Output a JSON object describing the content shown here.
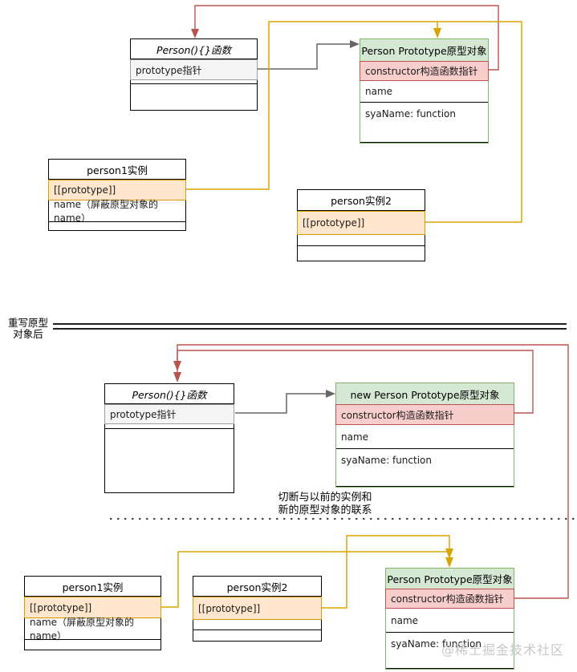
{
  "divider": {
    "label_line1": "重写原型",
    "label_line2": "对象后"
  },
  "note": {
    "line1": "切断与以前的实例和",
    "line2": "新的原型对象的联系"
  },
  "watermark": "@稀土掘金技术社区",
  "colors": {
    "green_fill": "#d5e8d4",
    "green_border": "#82b366",
    "pink_fill": "#f8cecc",
    "pink_border": "#b85450",
    "orange_fill": "#ffe6cc",
    "orange_border": "#d79b00",
    "gray_row_fill": "#f5f5f5",
    "red_line": "#b85450",
    "gold_line": "#d7a500",
    "gray_line": "#666666"
  },
  "top": {
    "person_function": {
      "title": "Person(){}函数",
      "rows": {
        "prototype": "prototype指针"
      }
    },
    "person_prototype": {
      "title": "Person Prototype原型对象",
      "rows": {
        "constructor": "constructor构造函数指针",
        "name": "name",
        "sayname": "syaName: function"
      }
    },
    "person1": {
      "title": "person1实例",
      "rows": {
        "prototype": "[[prototype]]",
        "name": "name（屏蔽原型对象的name）"
      }
    },
    "person2": {
      "title": "person实例2",
      "rows": {
        "prototype": "[[prototype]]"
      }
    }
  },
  "bottom": {
    "person_function": {
      "title": "Person(){}函数",
      "rows": {
        "prototype": "prototype指针"
      }
    },
    "new_person_prototype": {
      "title": "new Person Prototype原型对象",
      "rows": {
        "constructor": "constructor构造函数指针",
        "name": "name",
        "sayname": "syaName: function"
      }
    },
    "person1": {
      "title": "person1实例",
      "rows": {
        "prototype": "[[prototype]]",
        "name": "name（屏蔽原型对象的name）"
      }
    },
    "person2": {
      "title": "person实例2",
      "rows": {
        "prototype": "[[prototype]]"
      }
    },
    "person_prototype": {
      "title": "Person Prototype原型对象",
      "rows": {
        "constructor": "constructor构造函数指针",
        "name": "name",
        "sayname": "syaName: function"
      }
    }
  }
}
